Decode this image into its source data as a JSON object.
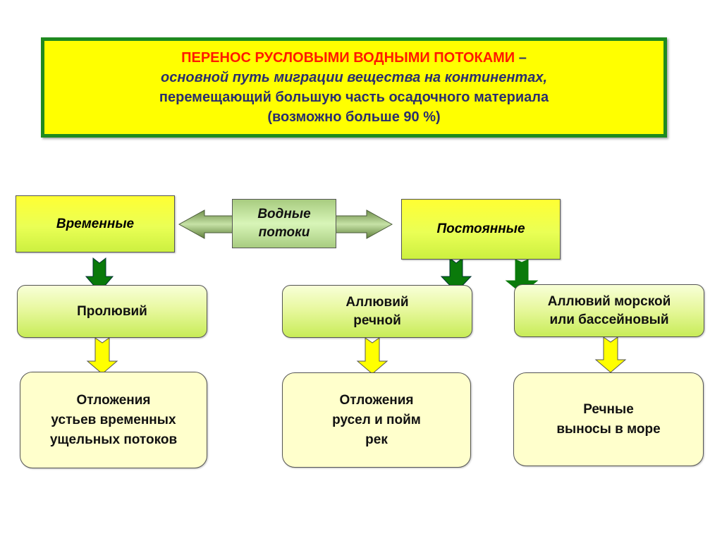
{
  "header": {
    "line1_title": "ПЕРЕНОС РУСЛОВЫМИ ВОДНЫМИ ПОТОКАМИ",
    "line1_dash": " –",
    "line2": "основной путь миграции вещества на континентах,",
    "line3": "перемещающий большую часть  осадочного материала",
    "line4": "(возможно больше 90 %)"
  },
  "center": {
    "line1": "Водные",
    "line2": "потоки"
  },
  "categories": {
    "temporary": "Временные",
    "permanent": "Постоянные"
  },
  "deposits": {
    "proluvium": {
      "line1": "Пролювий"
    },
    "river_alluvium": {
      "line1": "Аллювий",
      "line2": "речной"
    },
    "marine_alluvium": {
      "line1": "Аллювий морской",
      "line2": "или бассейновый"
    }
  },
  "results": {
    "temporary": {
      "line1": "Отложения",
      "line2": "устьев временных",
      "line3": "ущельных потоков"
    },
    "river": {
      "line1": "Отложения",
      "line2": "русел и пойм",
      "line3": "рек"
    },
    "sea": {
      "line1": "Речные",
      "line2": "выносы в море"
    }
  },
  "colors": {
    "header_bg": "#ffff00",
    "header_border": "#1f8a1f",
    "title_red": "#ff1a00",
    "text_navy": "#2a2e6e",
    "green_arrow": "#0a7a0a",
    "yellow_arrow": "#ffff00"
  }
}
